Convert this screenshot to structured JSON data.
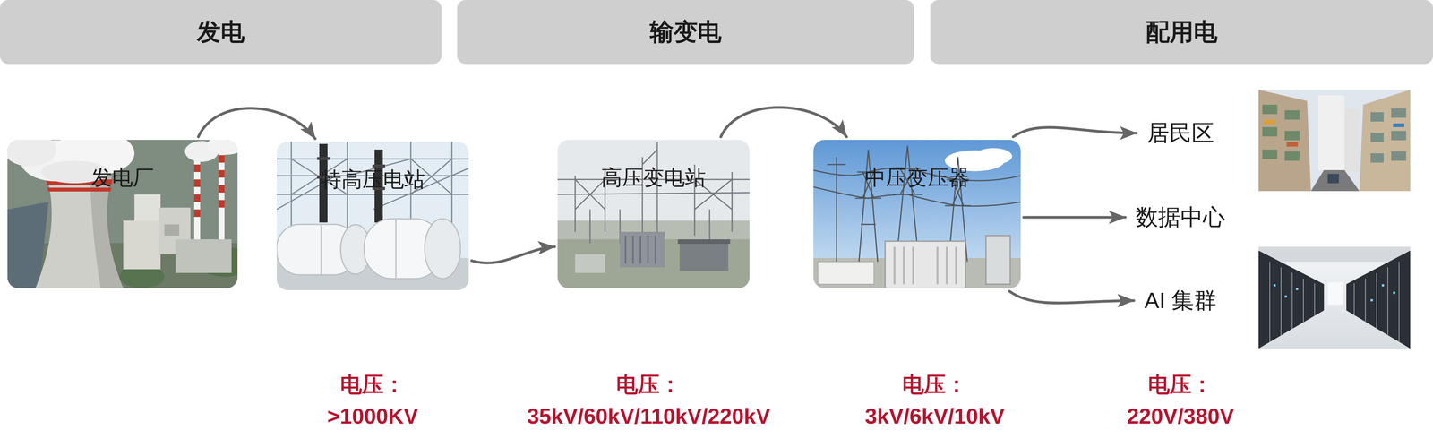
{
  "diagram": {
    "nodes": [
      {
        "text": [
          "发电"
        ]
      },
      {
        "text": [
          "输变电"
        ]
      },
      {
        "text": [
          "配用电"
        ]
      },
      {
        "text": [
          "发电厂"
        ]
      },
      {
        "text": [
          "特高压电站"
        ]
      },
      {
        "text": [
          "高压变电站"
        ]
      },
      {
        "text": [
          "中压变压器"
        ]
      },
      {
        "text": [
          "居民区"
        ]
      },
      {
        "text": [
          "数据中心"
        ]
      },
      {
        "text": [
          "AI 集群"
        ]
      }
    ],
    "edges": [
      {
        "from": 3,
        "to": 4,
        "arrow": "to"
      },
      {
        "from": 4,
        "to": 5,
        "arrow": "to"
      },
      {
        "from": 5,
        "to": 6,
        "arrow": "to"
      },
      {
        "from": 6,
        "to": 7,
        "arrow": "to"
      },
      {
        "from": 6,
        "to": 8,
        "arrow": "to"
      },
      {
        "from": 6,
        "to": 9,
        "arrow": "to"
      }
    ],
    "labels": [
      "电压：",
      ">1000KV",
      "电压：",
      "35kV/60kV/110kV/220kV",
      "电压：",
      "3kV/6kV/10kV",
      "电压：",
      "220V/380V"
    ]
  }
}
